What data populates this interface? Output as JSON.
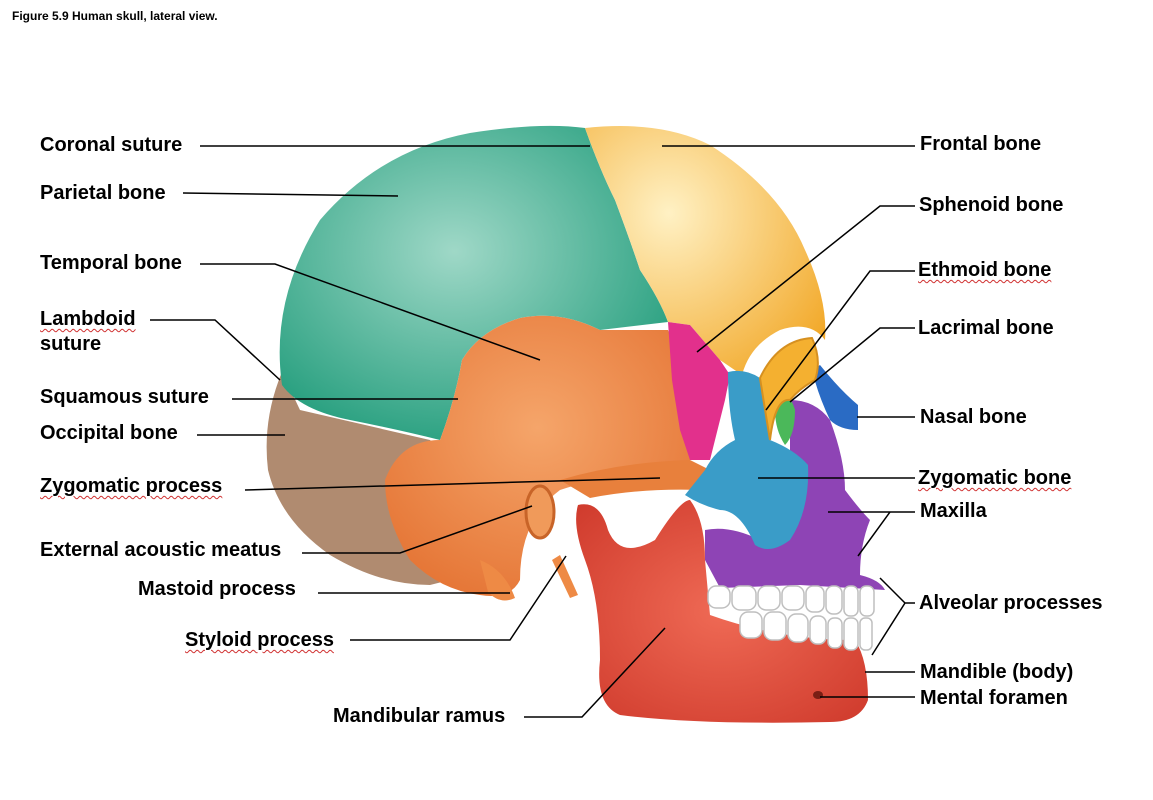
{
  "caption": "Figure 5.9 Human skull, lateral view.",
  "labels": {
    "coronal_suture": "Coronal suture",
    "parietal_bone": "Parietal bone",
    "temporal_bone": "Temporal bone",
    "lambdoid_suture_1": "Lambdoid",
    "lambdoid_suture_2": "suture",
    "squamous_suture": "Squamous suture",
    "occipital_bone": "Occipital bone",
    "zygomatic_process": "Zygomatic process",
    "external_acoustic_meatus": "External acoustic meatus",
    "mastoid_process": "Mastoid process",
    "styloid_process": "Styloid process",
    "mandibular_ramus": "Mandibular ramus",
    "frontal_bone": "Frontal bone",
    "sphenoid_bone": "Sphenoid bone",
    "ethmoid_bone": "Ethmoid bone",
    "lacrimal_bone": "Lacrimal bone",
    "nasal_bone": "Nasal bone",
    "zygomatic_bone": "Zygomatic bone",
    "maxilla": "Maxilla",
    "alveolar_processes": "Alveolar processes",
    "mandible_body": "Mandible (body)",
    "mental_foramen": "Mental foramen"
  },
  "colors": {
    "parietal": "#2fa98a",
    "frontal": "#f7c244",
    "temporal": "#ee8a45",
    "occipital": "#b08b70",
    "sphenoid": "#e2308c",
    "zygomatic": "#3a9cc8",
    "maxilla": "#8e44b5",
    "nasal": "#2a6bc4",
    "ethmoid": "#4bb85a",
    "mandible": "#dd4a3a",
    "teeth": "#ffffff",
    "leader": "#000000"
  }
}
